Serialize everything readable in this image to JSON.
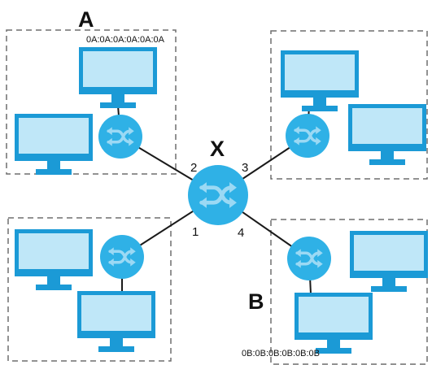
{
  "diagram": {
    "switch_central_label": "X",
    "groups": {
      "top_left": {
        "label": "A",
        "mac": "0A:0A:0A:0A:0A:0A"
      },
      "bottom_right": {
        "label": "B",
        "mac": "0B:0B:0B:0B:0B:0B"
      }
    },
    "ports": {
      "p1": "1",
      "p2": "2",
      "p3": "3",
      "p4": "4"
    }
  },
  "colors": {
    "switch_fill": "#2fb1e6",
    "switch_arrows": "#9bd9f4",
    "monitor_frame": "#1b9ad6",
    "monitor_screen": "#bfe7f8",
    "stand": "#1b9ad6",
    "link": "#1a1a1a",
    "group_border": "#6e6e6e"
  }
}
